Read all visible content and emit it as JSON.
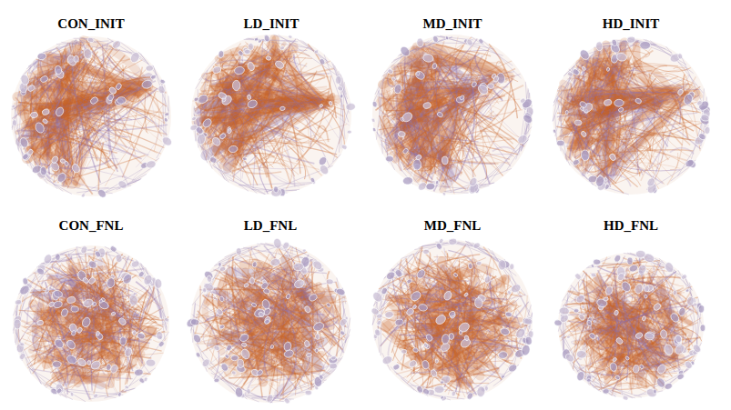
{
  "diagram": {
    "labels": [
      "CON_INIT",
      "LD_INIT",
      "MD_INIT",
      "HD_INIT",
      "CON_FNL",
      "LD_FNL",
      "MD_FNL",
      "HD_FNL"
    ]
  }
}
